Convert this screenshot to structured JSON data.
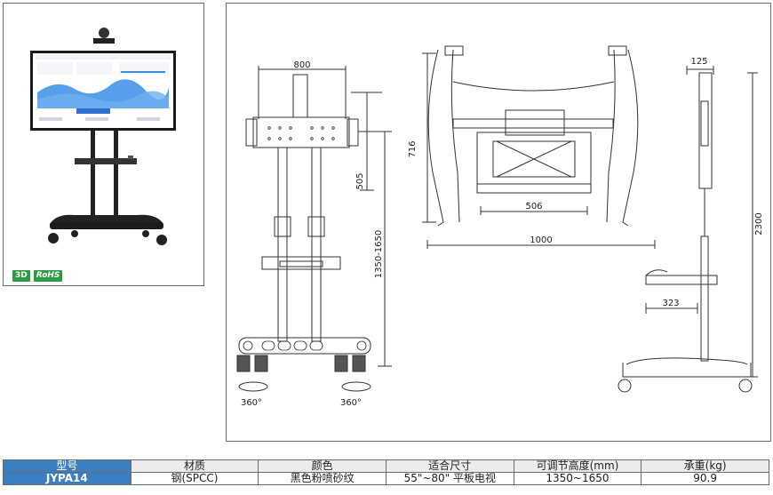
{
  "badges": {
    "three_d": "3D",
    "rohs": "RoHS"
  },
  "drawing": {
    "front": {
      "width_top": "800",
      "height_adjust": "1350-1650",
      "bracket_height": "505",
      "rotation_left": "360°",
      "rotation_right": "360°"
    },
    "top": {
      "height": "716",
      "inner_width": "506",
      "outer_width": "1000"
    },
    "side": {
      "top_depth": "125",
      "total_height": "2300",
      "tray_depth": "323"
    }
  },
  "spec_table": {
    "headers": [
      "型号",
      "材质",
      "颜色",
      "适合尺寸",
      "可调节高度(mm)",
      "承重(kg)"
    ],
    "values": [
      "JYPA14",
      "钢(SPCC)",
      "黑色粉喷砂纹",
      "55\"~80\" 平板电视",
      "1350~1650",
      "90.9"
    ]
  },
  "colors": {
    "table_header_accent": "#3a7fc0",
    "badge_green": "#2e9b45",
    "screen_blue": "#3a8ee6"
  }
}
